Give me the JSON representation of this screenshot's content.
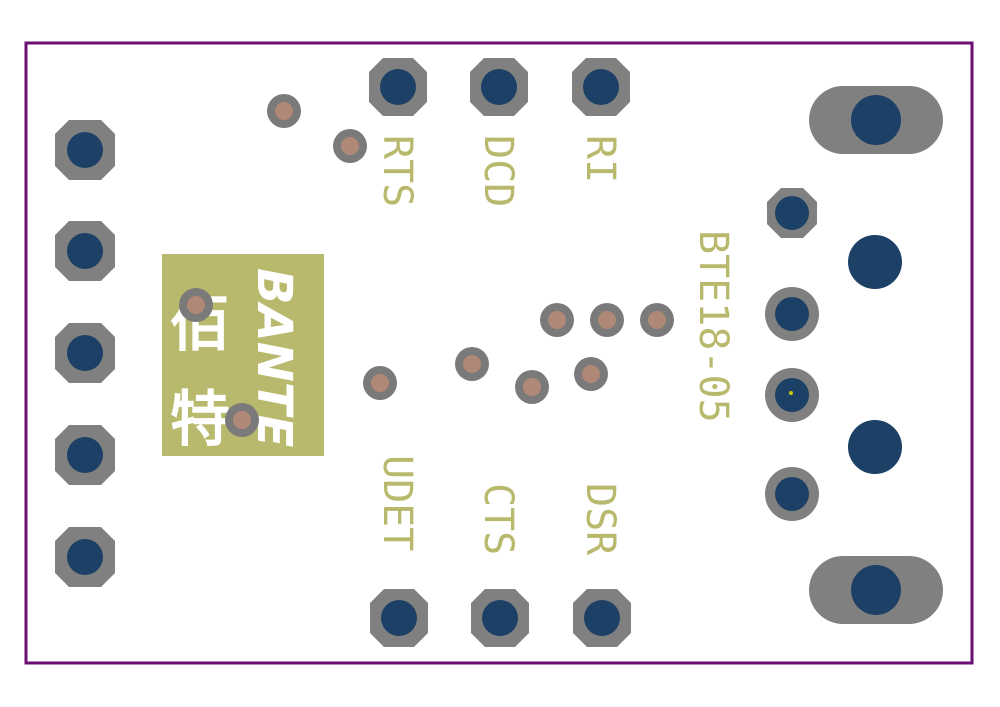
{
  "colors": {
    "outline": "#6b0f73",
    "silkscreen": "#b9b96e",
    "pad_ring": "#808080",
    "pad_hole": "#1c4066",
    "via_ring": "#7a7a7a",
    "via_hole": "#b08878",
    "fiducial_dot": "#c8c800"
  },
  "labels": {
    "rts": "RTS",
    "dcd": "DCD",
    "ri": "RI",
    "udet": "UDET",
    "cts": "CTS",
    "dsr": "DSR",
    "part": "BTE18-05"
  },
  "logo": {
    "brand": "BANTE",
    "glyph_1": "佰",
    "glyph_2": "特"
  }
}
